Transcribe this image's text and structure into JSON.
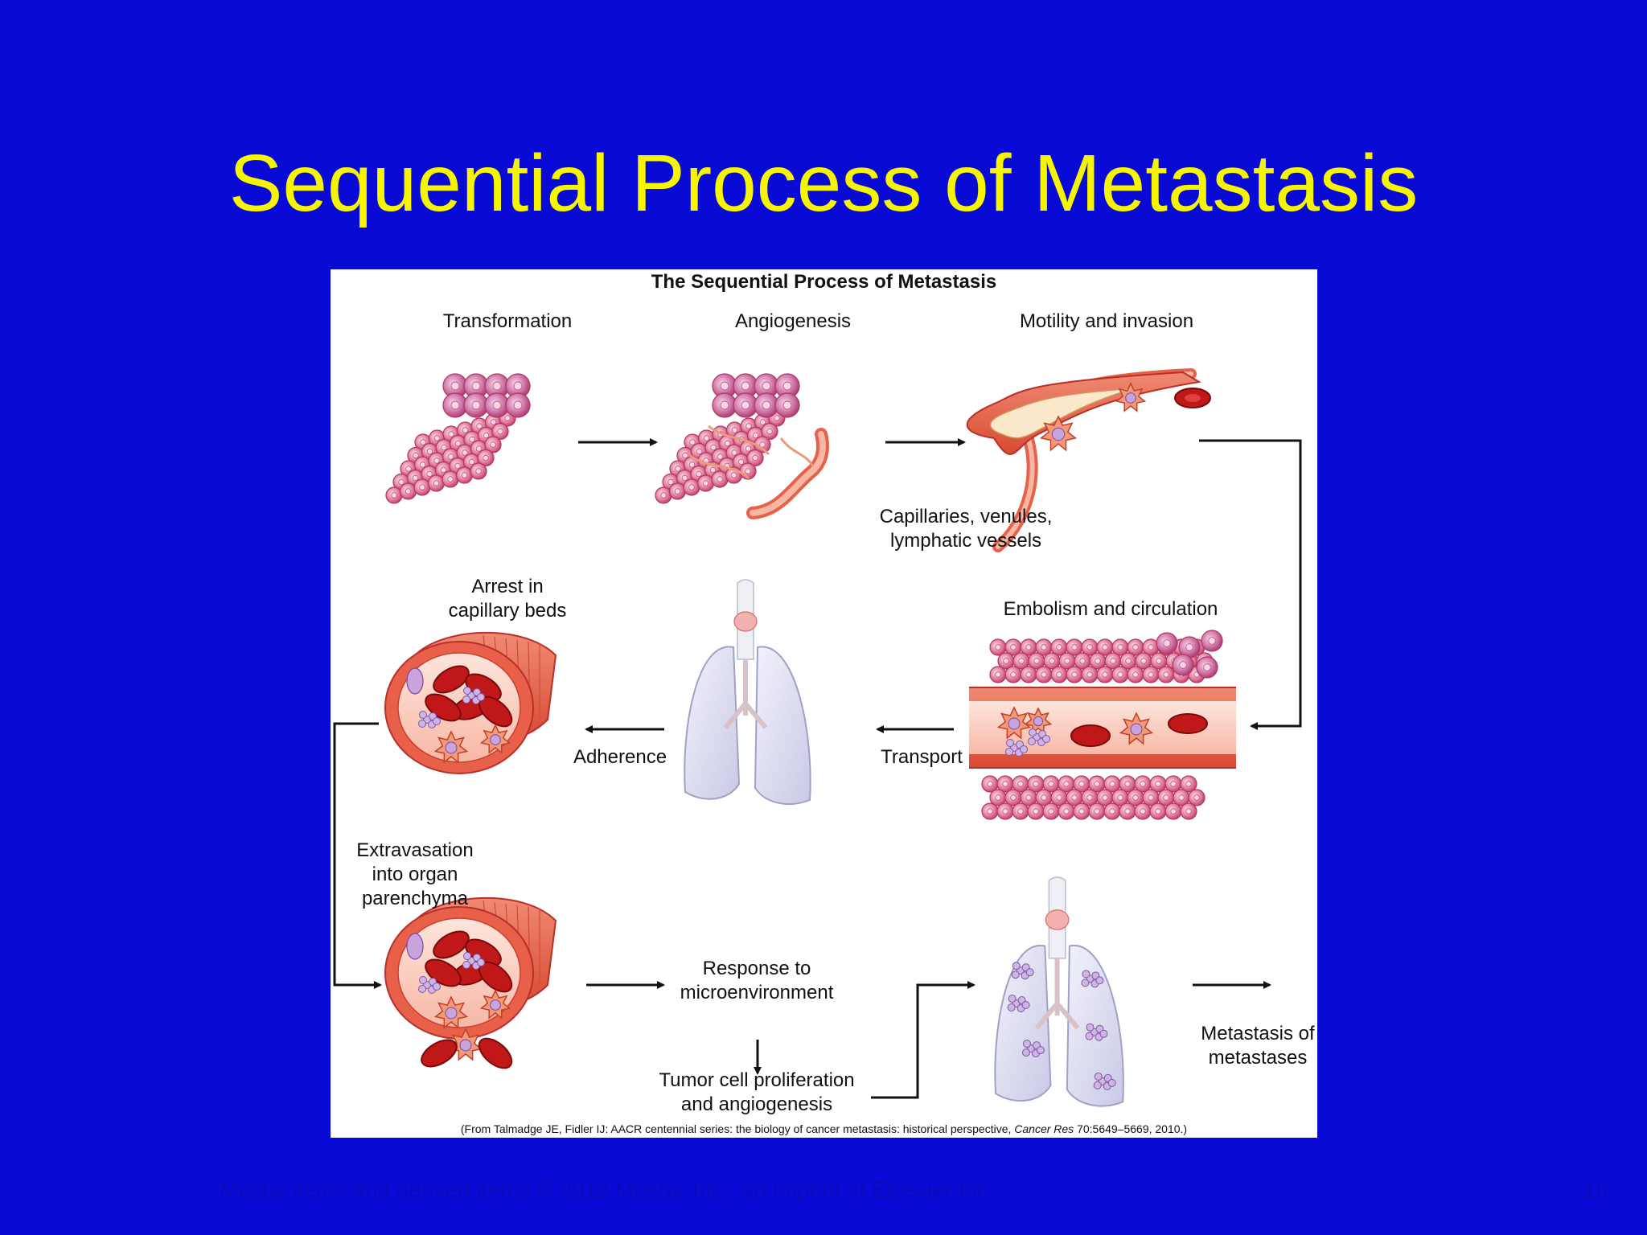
{
  "slide": {
    "title": "Sequential Process of Metastasis",
    "footer": "Mosby items and derived items © 2012 Mosby, Inc., an imprint of Elsevier Inc.",
    "page_number": "16"
  },
  "figure": {
    "title": "The Sequential Process of Metastasis",
    "labels": {
      "transformation": "Transformation",
      "angiogenesis": "Angiogenesis",
      "motility": "Motility and invasion",
      "capillaries": "Capillaries, venules,\nlymphatic vessels",
      "arrest": "Arrest in\ncapillary beds",
      "embolism": "Embolism and circulation",
      "adherence": "Adherence",
      "transport": "Transport",
      "extravasation": "Extravasation\ninto organ\nparenchyma",
      "response": "Response to\nmicroenvironment",
      "proliferation": "Tumor cell proliferation\nand angiogenesis",
      "metastasis_of_metastases": "Metastasis of\nmetastases"
    },
    "citation_prefix": "(From Talmadge JE, Fidler IJ: AACR centennial series: the biology of cancer metastasis: historical perspective, ",
    "citation_journal": "Cancer Res",
    "citation_suffix": " 70:5649–5669, 2010.)"
  },
  "colors": {
    "background": "#0a0ad6",
    "title": "#f5f500",
    "cell_fill": "#e06a8a",
    "cell_core": "#f6c6d6",
    "vessel": "#e8604a",
    "red_blood_cell": "#c01818",
    "lung": "#dcdcf0"
  }
}
